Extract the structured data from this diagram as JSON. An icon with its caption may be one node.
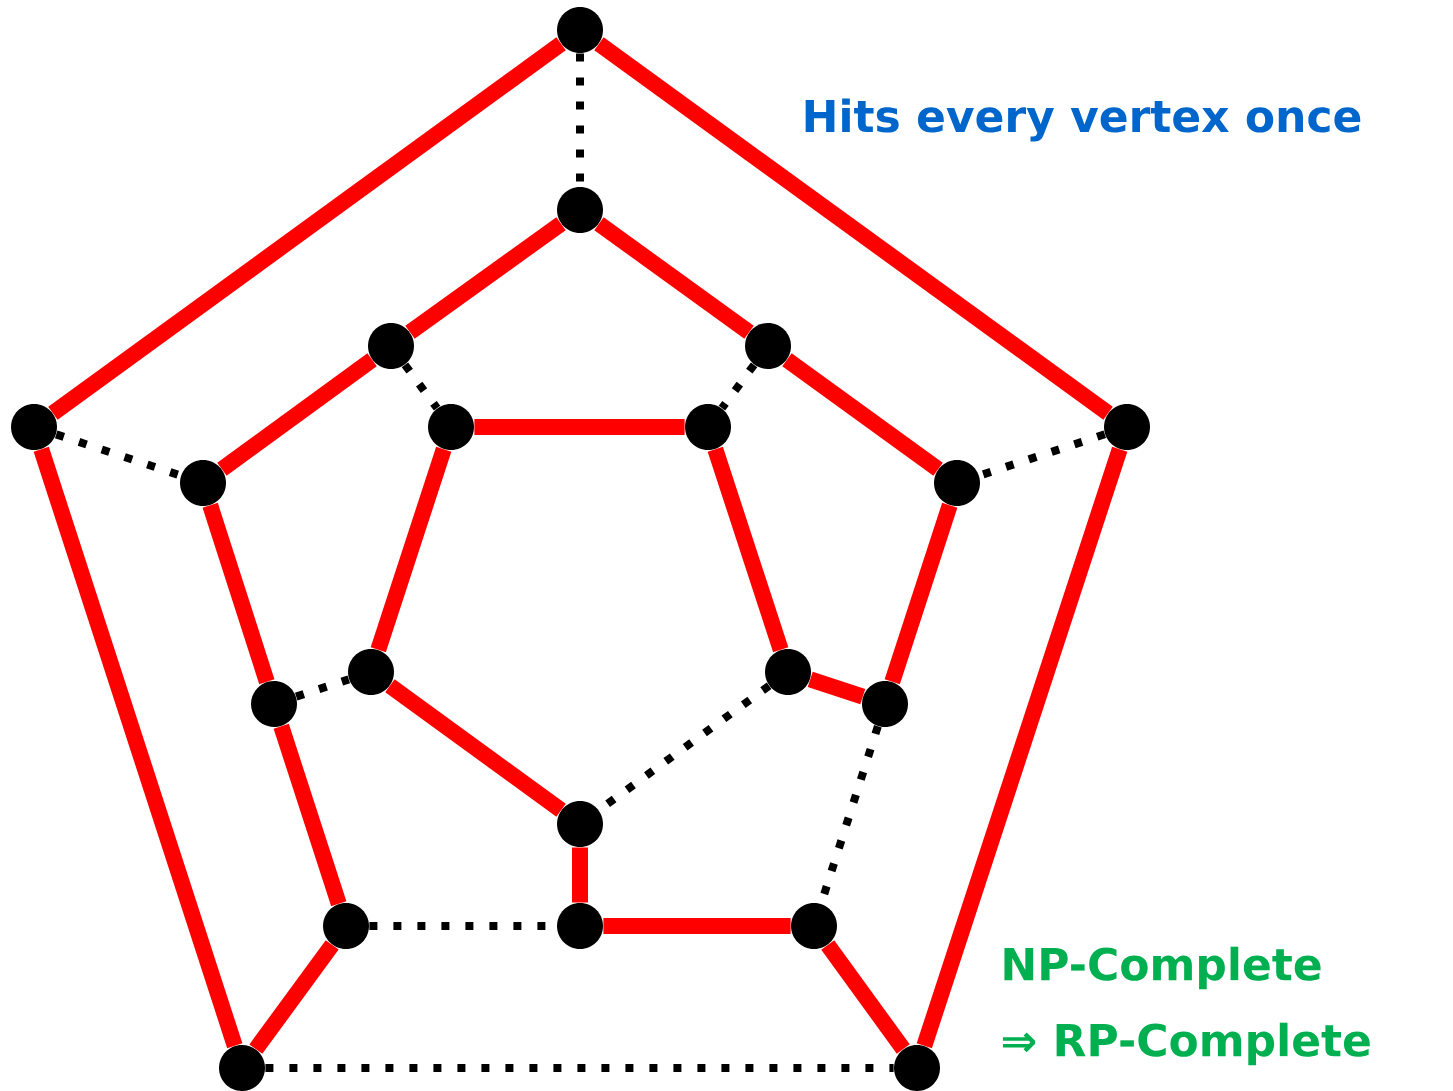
{
  "diagram": {
    "nodes": [
      {
        "text": [],
        "shape": "circle"
      },
      {
        "text": [],
        "shape": "circle"
      },
      {
        "text": [],
        "shape": "circle"
      },
      {
        "text": [],
        "shape": "circle"
      },
      {
        "text": [],
        "shape": "circle"
      },
      {
        "text": [],
        "shape": "circle"
      },
      {
        "text": [],
        "shape": "circle"
      },
      {
        "text": [],
        "shape": "circle"
      },
      {
        "text": [],
        "shape": "circle"
      },
      {
        "text": [],
        "shape": "circle"
      },
      {
        "text": [],
        "shape": "circle"
      },
      {
        "text": [],
        "shape": "circle"
      },
      {
        "text": [],
        "shape": "circle"
      },
      {
        "text": [],
        "shape": "circle"
      },
      {
        "text": [],
        "shape": "circle"
      },
      {
        "text": [],
        "shape": "circle"
      },
      {
        "text": [],
        "shape": "circle"
      },
      {
        "text": [],
        "shape": "circle"
      },
      {
        "text": [],
        "shape": "circle"
      },
      {
        "text": [],
        "shape": "circle"
      }
    ],
    "edges": [
      {
        "from": 0,
        "to": 1,
        "arrow": "none"
      },
      {
        "from": 0,
        "to": 2,
        "arrow": "none"
      },
      {
        "from": 1,
        "to": 3,
        "arrow": "none"
      },
      {
        "from": 2,
        "to": 4,
        "arrow": "none"
      },
      {
        "from": 5,
        "to": 6,
        "arrow": "none"
      },
      {
        "from": 5,
        "to": 7,
        "arrow": "none"
      },
      {
        "from": 6,
        "to": 8,
        "arrow": "none"
      },
      {
        "from": 7,
        "to": 9,
        "arrow": "none"
      },
      {
        "from": 8,
        "to": 12,
        "arrow": "none"
      },
      {
        "from": 9,
        "to": 15,
        "arrow": "none"
      },
      {
        "from": 12,
        "to": 17,
        "arrow": "none"
      },
      {
        "from": 3,
        "to": 17,
        "arrow": "none"
      },
      {
        "from": 10,
        "to": 11,
        "arrow": "none"
      },
      {
        "from": 10,
        "to": 13,
        "arrow": "none"
      },
      {
        "from": 11,
        "to": 14,
        "arrow": "none"
      },
      {
        "from": 14,
        "to": 15,
        "arrow": "none"
      },
      {
        "from": 13,
        "to": 16,
        "arrow": "none"
      },
      {
        "from": 16,
        "to": 18,
        "arrow": "none"
      },
      {
        "from": 18,
        "to": 19,
        "arrow": "none"
      },
      {
        "from": 19,
        "to": 4,
        "arrow": "none"
      },
      {
        "from": 0,
        "to": 5,
        "arrow": "none",
        "style": "dashed",
        "color": "#000000"
      },
      {
        "from": 1,
        "to": 8,
        "arrow": "none",
        "style": "dashed",
        "color": "#000000"
      },
      {
        "from": 2,
        "to": 9,
        "arrow": "none",
        "style": "dashed",
        "color": "#000000"
      },
      {
        "from": 6,
        "to": 10,
        "arrow": "none",
        "style": "dashed",
        "color": "#000000"
      },
      {
        "from": 7,
        "to": 11,
        "arrow": "none",
        "style": "dashed",
        "color": "#000000"
      },
      {
        "from": 12,
        "to": 13,
        "arrow": "none",
        "style": "dashed",
        "color": "#000000"
      },
      {
        "from": 14,
        "to": 16,
        "arrow": "none",
        "style": "dashed",
        "color": "#000000"
      },
      {
        "from": 15,
        "to": 19,
        "arrow": "none",
        "style": "dashed",
        "color": "#000000"
      },
      {
        "from": 17,
        "to": 18,
        "arrow": "none",
        "style": "dashed",
        "color": "#000000"
      },
      {
        "from": 3,
        "to": 4,
        "arrow": "none",
        "style": "dashed",
        "color": "#000000"
      }
    ],
    "labels": [
      "Hits every vertex once",
      "NP-Complete",
      "⇒ RP-Complete"
    ]
  }
}
